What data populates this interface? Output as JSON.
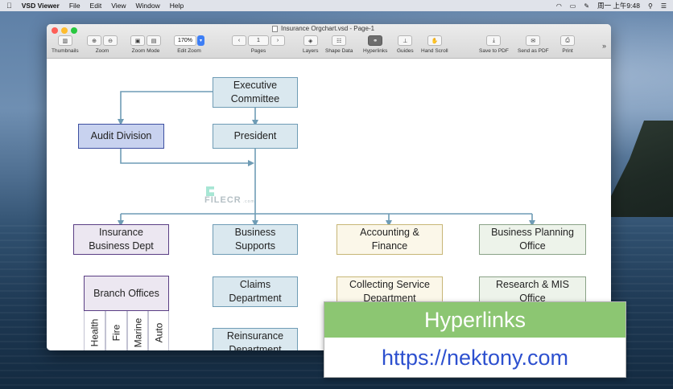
{
  "menubar": {
    "app_name": "VSD Viewer",
    "items": [
      "File",
      "Edit",
      "View",
      "Window",
      "Help"
    ],
    "clock": "周一 上午9:48"
  },
  "window": {
    "title": "Insurance Orgchart.vsd - Page-1"
  },
  "toolbar": {
    "thumbnails_label": "Thumbnails",
    "zoom_label": "Zoom",
    "zoom_mode_label": "Zoom Mode",
    "zoom_value": "170%",
    "edit_zoom_label": "Edit Zoom",
    "page_number": "1",
    "pages_label": "Pages",
    "layers_label": "Layers",
    "shape_data_label": "Shape Data",
    "hyperlinks_label": "Hyperlinks",
    "guides_label": "Guides",
    "hand_scroll_label": "Hand Scroll",
    "save_pdf_label": "Save to PDF",
    "send_pdf_label": "Send as PDF",
    "print_label": "Print"
  },
  "diagram": {
    "executive": "Executive\nCommittee",
    "president": "President",
    "audit": "Audit Division",
    "insurance_dept": "Insurance\nBusiness Dept",
    "business_supports": "Business\nSupports",
    "accounting": "Accounting &\nFinance",
    "planning": "Business Planning\nOffice",
    "branch_offices": "Branch Offices",
    "claims": "Claims\nDepartment",
    "collecting": "Collecting Service\nDepartment",
    "research": "Research & MIS\nOffice",
    "reinsurance": "Reinsurance\nDepartment",
    "branch_types": [
      "Health",
      "Fire",
      "Marine",
      "Auto"
    ]
  },
  "watermark": {
    "text": "FILECR",
    "sub": ".com"
  },
  "callout": {
    "heading": "Hyperlinks",
    "url": "https://nektony.com"
  },
  "colors": {
    "connector": "#6f9cb5",
    "callout_green": "#8cc672",
    "link_blue": "#2d50cf"
  }
}
